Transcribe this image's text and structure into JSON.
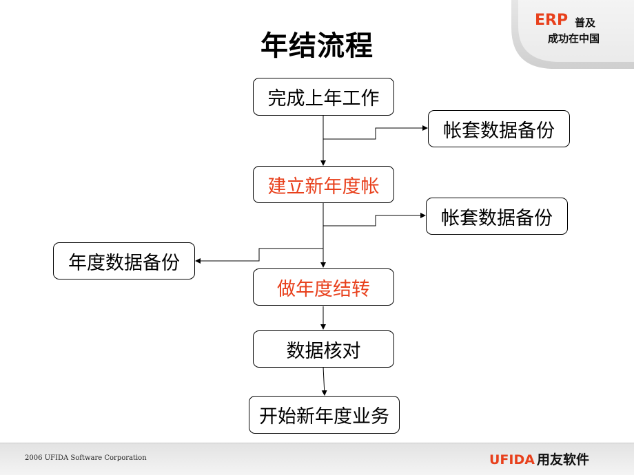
{
  "badge": {
    "erp": "ERP",
    "line1": "普及",
    "line2": "成功在中国"
  },
  "title": "年结流程",
  "nodes": {
    "finish_last_year": "完成上年工作",
    "backup_account_1": "帐套数据备份",
    "create_new_year": "建立新年度帐",
    "backup_account_2": "帐套数据备份",
    "backup_year": "年度数据备份",
    "carry_forward": "做年度结转",
    "verify_data": "数据核对",
    "start_new_year": "开始新年度业务"
  },
  "footer": {
    "copyright": "2006 UFIDA Software Corporation",
    "brand_en": "UFIDA",
    "brand_cn": "用友软件"
  },
  "colors": {
    "accent": "#e8401c",
    "text": "#000000",
    "badge_bg": "#dcdcdc",
    "footer_band": "#d8d8d8"
  }
}
